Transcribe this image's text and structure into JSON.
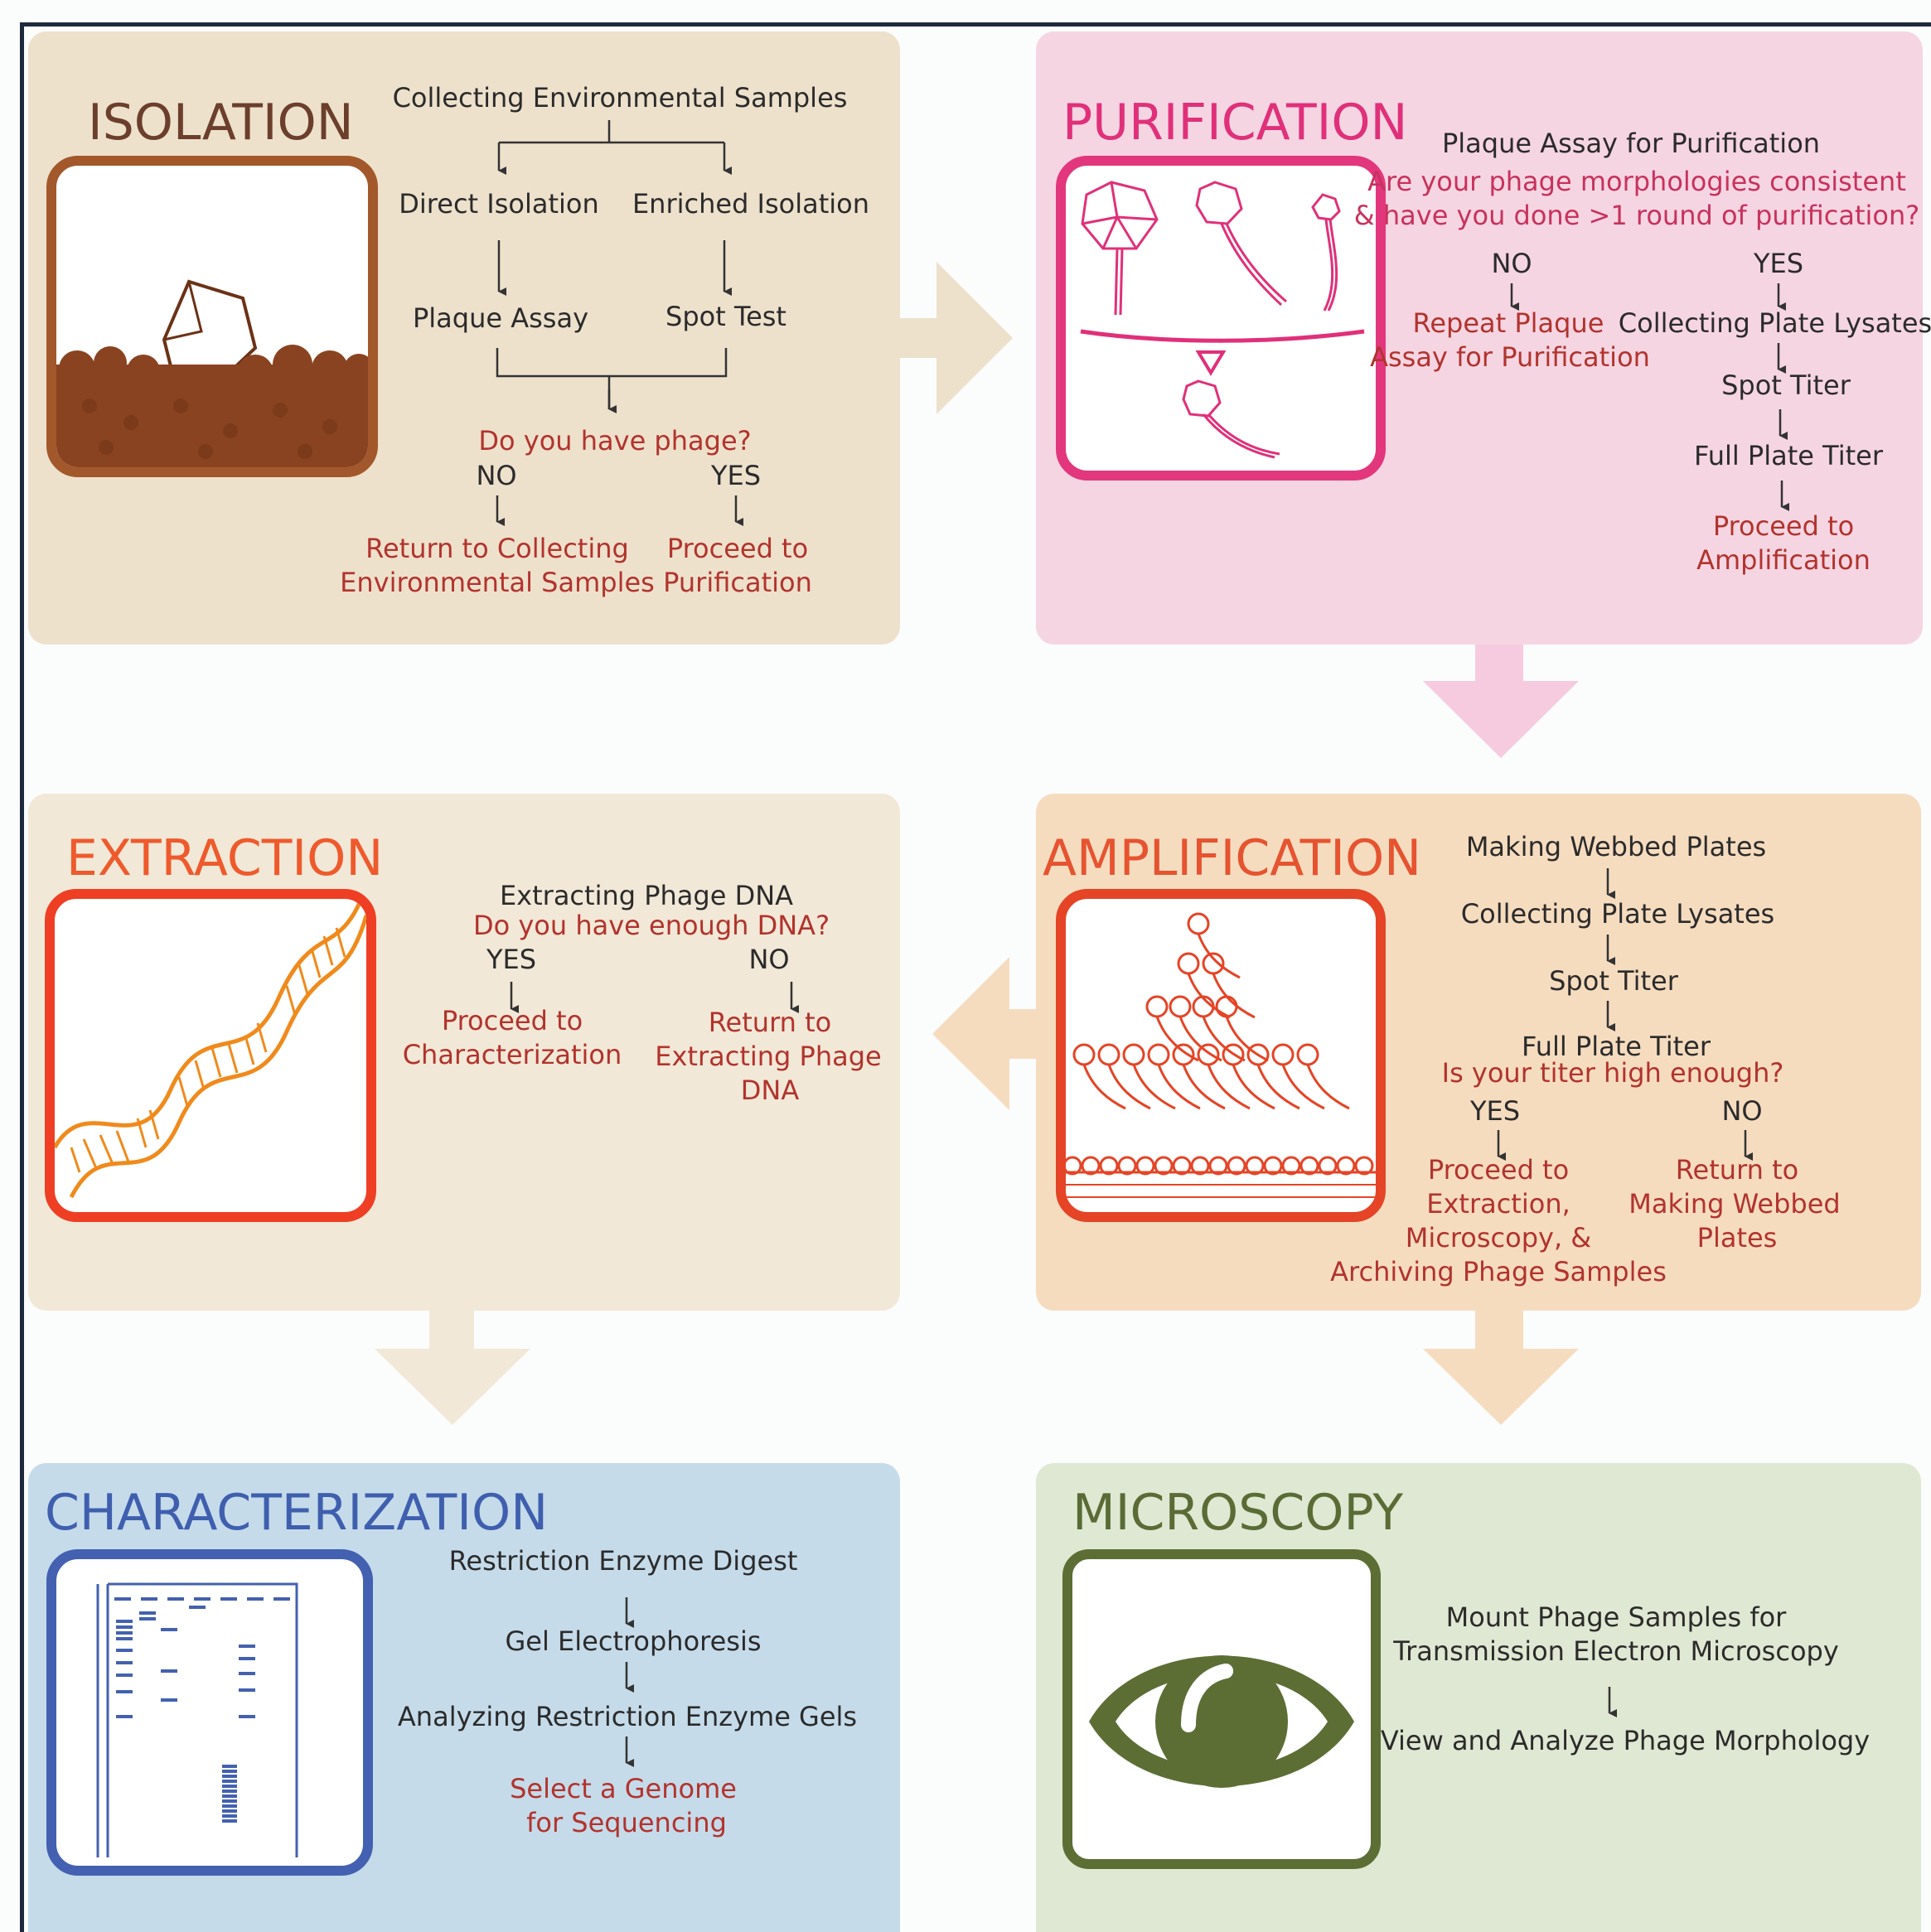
{
  "colors": {
    "isolation_bg": "#ede1cc",
    "purification_bg": "#f6d5e3",
    "extraction_bg": "#f2e8d7",
    "amplification_bg": "#f6dcbf",
    "characterization_bg": "#c5dbea",
    "microscopy_bg": "#dfe8d2",
    "isolation_title": "#6b3f2c",
    "purification_title": "#e0307a",
    "extraction_title": "#ee5a2c",
    "amplification_title": "#e65330",
    "characterization_title": "#3f5fae",
    "microscopy_title": "#5a6b36",
    "question_red": "#b2332d"
  },
  "isolation": {
    "title": "ISOLATION",
    "icon": "soil-phage-icon",
    "step1": "Collecting Environmental Samples",
    "direct": "Direct Isolation",
    "enriched": "Enriched Isolation",
    "plaque": "Plaque Assay",
    "spot": "Spot Test",
    "question": "Do you have phage?",
    "no": "NO",
    "yes": "YES",
    "no_action_1": "Return to Collecting",
    "no_action_2": "Environmental Samples",
    "yes_action_1": "Proceed to",
    "yes_action_2": "Purification"
  },
  "purification": {
    "title": "PURIFICATION",
    "icon": "phage-morphology-icon",
    "step1": "Plaque Assay for Purification",
    "question_1": "Are your phage morphologies consistent",
    "question_2": "& have you done >1 round of purification?",
    "no": "NO",
    "yes": "YES",
    "no_action_1": "Repeat Plaque",
    "no_action_2": "Assay for Purification",
    "yes_step1": "Collecting Plate Lysates",
    "yes_step2": "Spot Titer",
    "yes_step3": "Full Plate Titer",
    "yes_action_1": "Proceed to",
    "yes_action_2": "Amplification"
  },
  "extraction": {
    "title": "EXTRACTION",
    "icon": "dna-helix-icon",
    "step1": "Extracting Phage DNA",
    "question": "Do you have enough DNA?",
    "yes": "YES",
    "no": "NO",
    "yes_action_1": "Proceed to",
    "yes_action_2": "Characterization",
    "no_action_1": "Return to",
    "no_action_2": "Extracting Phage",
    "no_action_3": "DNA"
  },
  "amplification": {
    "title": "AMPLIFICATION",
    "icon": "phage-amplification-icon",
    "step1": "Making Webbed Plates",
    "step2": "Collecting Plate Lysates",
    "step3": "Spot Titer",
    "step4": "Full Plate Titer",
    "question": "Is your titer high enough?",
    "yes": "YES",
    "no": "NO",
    "yes_action_1": "Proceed to",
    "yes_action_2": "Extraction,",
    "yes_action_3": "Microscopy, &",
    "yes_action_4": "Archiving Phage Samples",
    "no_action_1": "Return to",
    "no_action_2": "Making Webbed",
    "no_action_3": "Plates"
  },
  "characterization": {
    "title": "CHARACTERIZATION",
    "icon": "gel-electrophoresis-icon",
    "step1": "Restriction Enzyme Digest",
    "step2": "Gel Electrophoresis",
    "step3": "Analyzing Restriction Enzyme Gels",
    "action_1": "Select a Genome",
    "action_2": "for Sequencing"
  },
  "microscopy": {
    "title": "MICROSCOPY",
    "icon": "eye-icon",
    "step1_1": "Mount Phage Samples for",
    "step1_2": "Transmission Electron Microscopy",
    "step2": "View and Analyze Phage Morphology"
  }
}
